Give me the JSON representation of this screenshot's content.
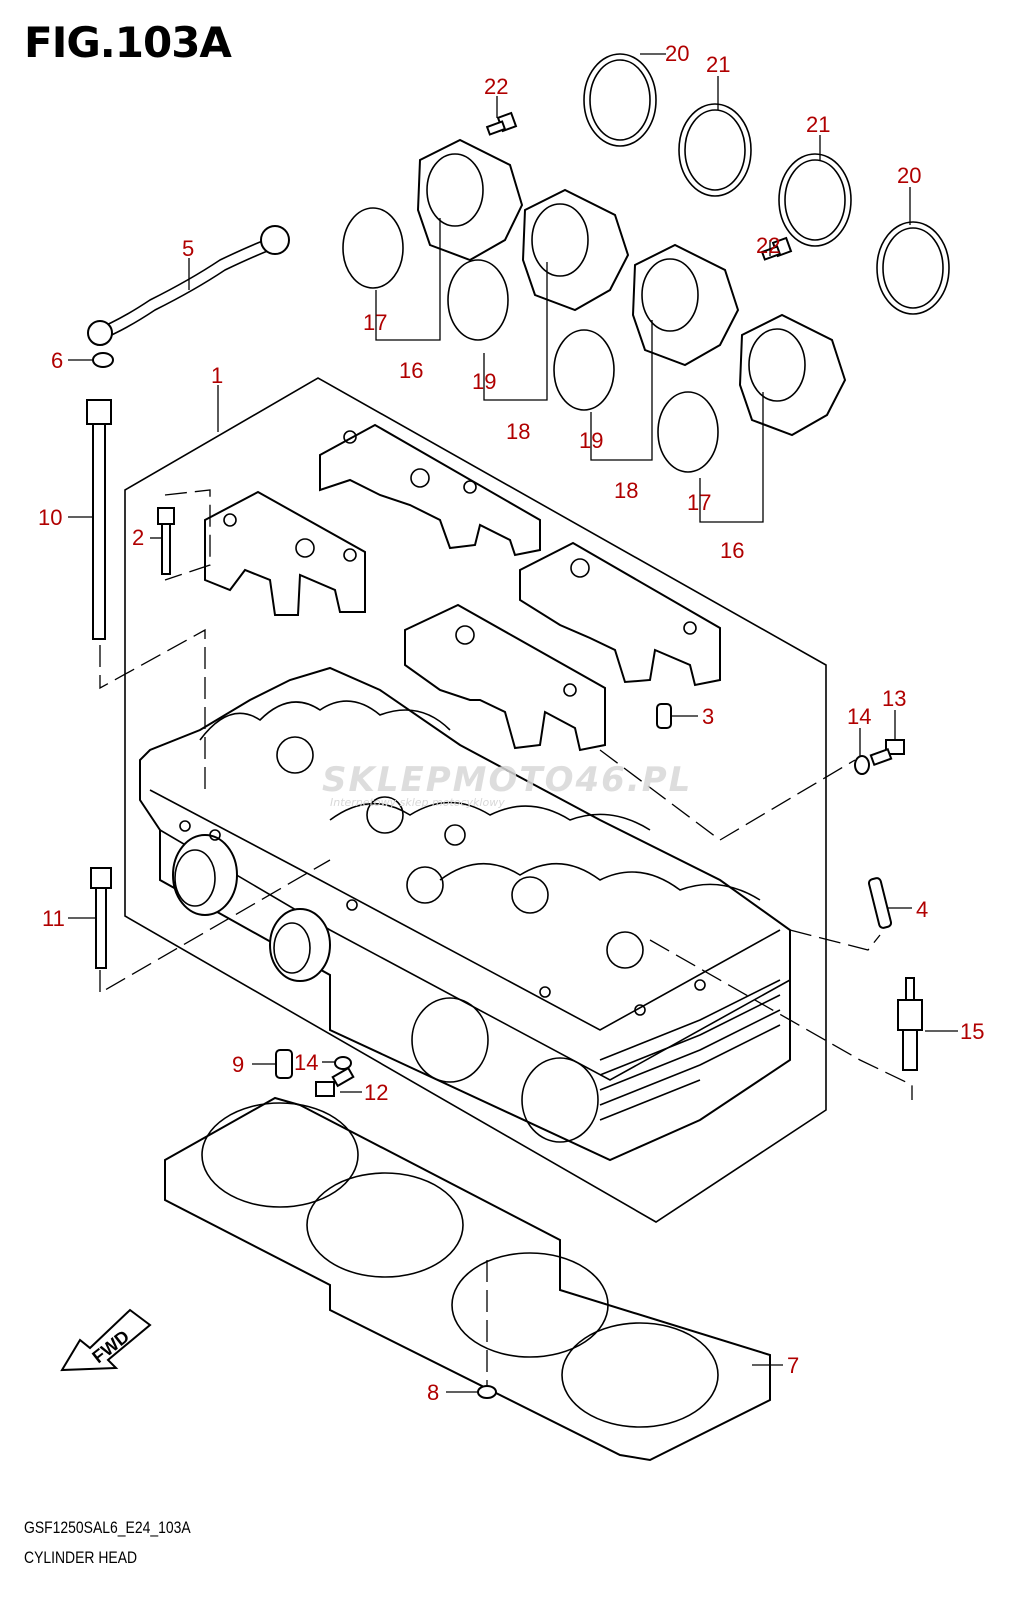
{
  "figure": {
    "title": "FIG.103A",
    "model_code": "GSF1250SAL6_E24_103A",
    "caption": "CYLINDER HEAD"
  },
  "watermark": {
    "text": "SKLEPMOTO46.PL",
    "subtext": "Internetowy sklep motocyklowy"
  },
  "fwd_label": "FWD",
  "callouts": [
    {
      "id": "c1",
      "label": "1"
    },
    {
      "id": "c2",
      "label": "2"
    },
    {
      "id": "c3",
      "label": "3"
    },
    {
      "id": "c4",
      "label": "4"
    },
    {
      "id": "c5",
      "label": "5"
    },
    {
      "id": "c6",
      "label": "6"
    },
    {
      "id": "c7",
      "label": "7"
    },
    {
      "id": "c8",
      "label": "8"
    },
    {
      "id": "c9",
      "label": "9"
    },
    {
      "id": "c10",
      "label": "10"
    },
    {
      "id": "c11",
      "label": "11"
    },
    {
      "id": "c12",
      "label": "12"
    },
    {
      "id": "c13",
      "label": "13"
    },
    {
      "id": "c14a",
      "label": "14"
    },
    {
      "id": "c14b",
      "label": "14"
    },
    {
      "id": "c15",
      "label": "15"
    },
    {
      "id": "c16a",
      "label": "16"
    },
    {
      "id": "c16b",
      "label": "16"
    },
    {
      "id": "c17a",
      "label": "17"
    },
    {
      "id": "c17b",
      "label": "17"
    },
    {
      "id": "c18a",
      "label": "18"
    },
    {
      "id": "c18b",
      "label": "18"
    },
    {
      "id": "c19a",
      "label": "19"
    },
    {
      "id": "c19b",
      "label": "19"
    },
    {
      "id": "c20a",
      "label": "20"
    },
    {
      "id": "c20b",
      "label": "20"
    },
    {
      "id": "c21a",
      "label": "21"
    },
    {
      "id": "c21b",
      "label": "21"
    },
    {
      "id": "c22a",
      "label": "22"
    },
    {
      "id": "c22b",
      "label": "22"
    }
  ],
  "colors": {
    "callout": "#b00000",
    "line": "#000000",
    "watermark": "#d8d8d8"
  }
}
